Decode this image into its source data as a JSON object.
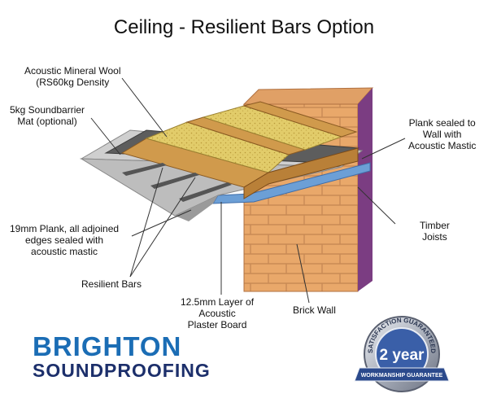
{
  "title": "Ceiling - Resilient Bars Option",
  "labels": {
    "mineral_wool": "Acoustic Mineral Wool\n(RS60kg Density",
    "soundbarrier": "5kg Soundbarrier\nMat (optional)",
    "plank_sealed": "Plank sealed to\nWall with\nAcoustic Mastic",
    "plank_19mm": "19mm Plank, all adjoined\nedges sealed with\nacoustic mastic",
    "timber_joists": "Timber\nJoists",
    "resilient_bars": "Resilient Bars",
    "plaster_board": "12.5mm Layer of\nAcoustic\nPlaster Board",
    "brick_wall": "Brick Wall"
  },
  "logo": {
    "line1": "BRIGHTON",
    "line2": "SOUNDPROOFING"
  },
  "seal": {
    "ring_text": "SATISFACTION GUARANTEED",
    "center": "2 year",
    "banner": "WORKMANSHIP GUARANTEE"
  },
  "colors": {
    "brick": "#e9a86a",
    "mortar": "#c98a55",
    "wall_side": "#7b3d82",
    "plank": "#d09a4c",
    "wool": "#e2cc6a",
    "plaster": "#6c9fd6",
    "brand_blue": "#1b6db5",
    "brand_navy": "#1c2f6b"
  }
}
